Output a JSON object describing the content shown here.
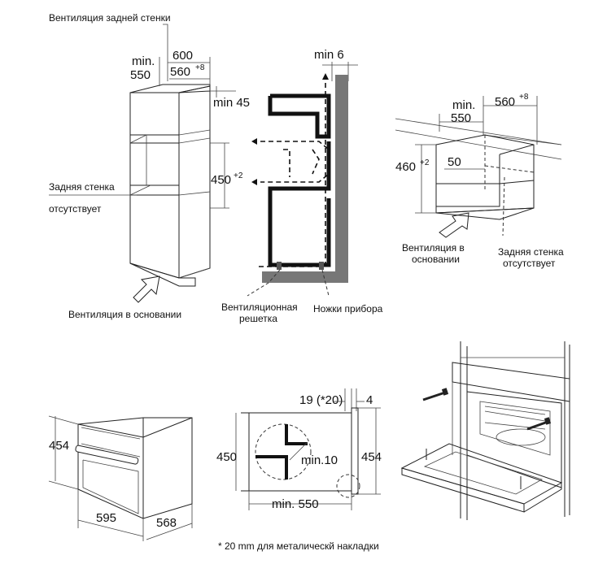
{
  "title_top": "Вентиляция задней стенки",
  "panel1": {
    "dim_min": "min.",
    "dim_550": "550",
    "dim_600": "600",
    "dim_560": "560",
    "dim_560_sup": "+8",
    "dim_min45": "min 45",
    "dim_450": "450",
    "dim_450_sup": "+2",
    "label_back_wall": "Задняя стенка",
    "label_absent": "отсутствует",
    "label_base_vent": "Вентиляция в основании"
  },
  "panel2": {
    "dim_min6": "min 6",
    "label_grille_1": "Вентиляционная",
    "label_grille_2": "решетка",
    "label_feet": "Ножки прибора"
  },
  "panel3": {
    "dim_min": "min.",
    "dim_550": "550",
    "dim_560": "560",
    "dim_560_sup": "+8",
    "dim_460": "460",
    "dim_460_sup": "+2",
    "dim_50": "50",
    "label_vent_1": "Вентиляция в",
    "label_vent_2": "основании",
    "label_wall_1": "Задняя стенка",
    "label_wall_2": "отсутствует"
  },
  "panel4": {
    "dim_454": "454",
    "dim_595": "595",
    "dim_568": "568"
  },
  "panel5": {
    "dim_19": "19 (*20)",
    "dim_4": "4",
    "dim_450": "450",
    "dim_454": "454",
    "dim_min10": "min.10",
    "dim_min550": "min. 550",
    "footnote": "* 20 mm для металическй накладки"
  },
  "icons": [
    "screw-icon",
    "arrow-icon"
  ]
}
